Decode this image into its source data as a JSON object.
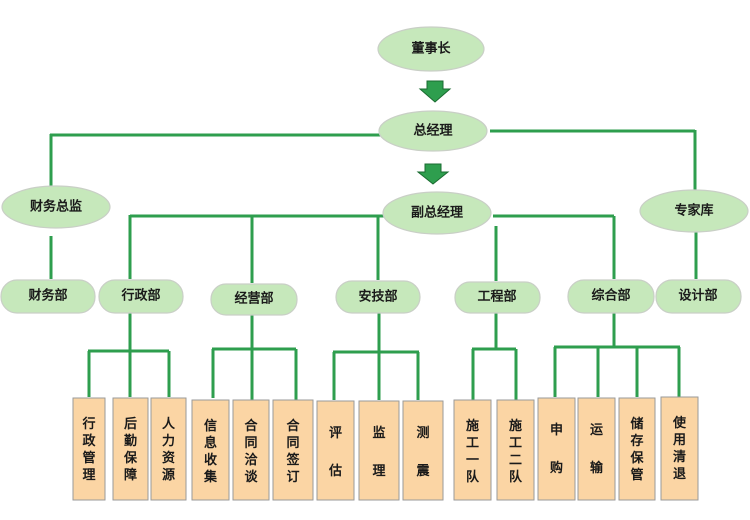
{
  "org_chart": {
    "top": {
      "chairman": "董事长",
      "general_manager": "总经理",
      "deputy_general_manager": "副总经理"
    },
    "side": {
      "finance_director": "财务总监",
      "expert_pool": "专家库"
    },
    "departments": {
      "finance": "财务部",
      "administration": "行政部",
      "business": "经营部",
      "safety_tech": "安技部",
      "engineering": "工程部",
      "general_affairs": "综合部",
      "design": "设计部"
    },
    "units": {
      "admin_management": "行政管理",
      "logistics": "后勤保障",
      "human_resources": "人力资源",
      "info_collection": "信息收集",
      "contract_negotiation": "合同洽谈",
      "contract_signing": "合同签订",
      "evaluation": "评估",
      "supervision": "监理",
      "survey": "测震",
      "construction_team_1": "施工一队",
      "construction_team_2": "施工二队",
      "purchase": "申购",
      "transport": "运输",
      "storage": "储存保管",
      "usage_return": "使用清退"
    }
  },
  "colors": {
    "node_fill": "#c6e8bb",
    "box_fill": "#fbd5a4",
    "line": "#2e9e4e"
  }
}
